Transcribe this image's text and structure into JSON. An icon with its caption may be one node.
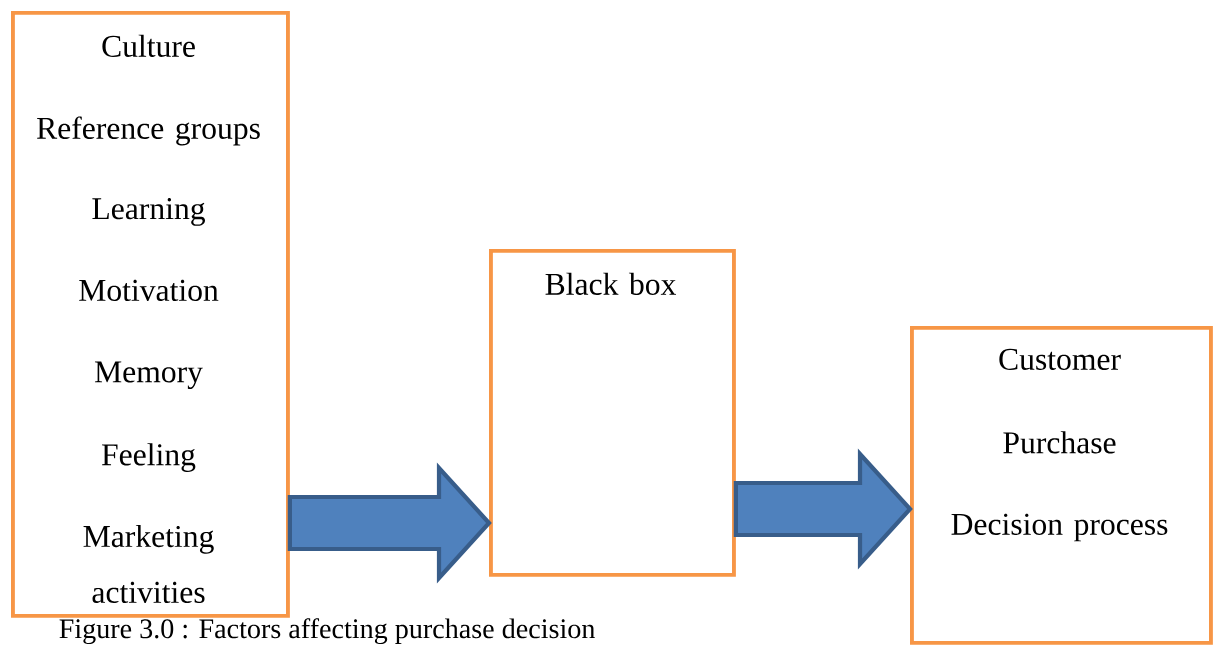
{
  "diagram": {
    "caption": "Figure 3.0 : Factors affecting purchase decision",
    "nodes": [
      {
        "text": [
          "Culture",
          "Reference groups",
          "Learning",
          "Motivation",
          "Memory",
          "Feeling",
          "Marketing activities"
        ]
      },
      {
        "text": [
          "Black box"
        ]
      },
      {
        "text": [
          "Customer",
          "Purchase",
          "Decision process"
        ]
      }
    ],
    "edges": [
      {
        "from": 0,
        "to": 1,
        "arrow": "to"
      },
      {
        "from": 1,
        "to": 2,
        "arrow": "to"
      }
    ]
  }
}
